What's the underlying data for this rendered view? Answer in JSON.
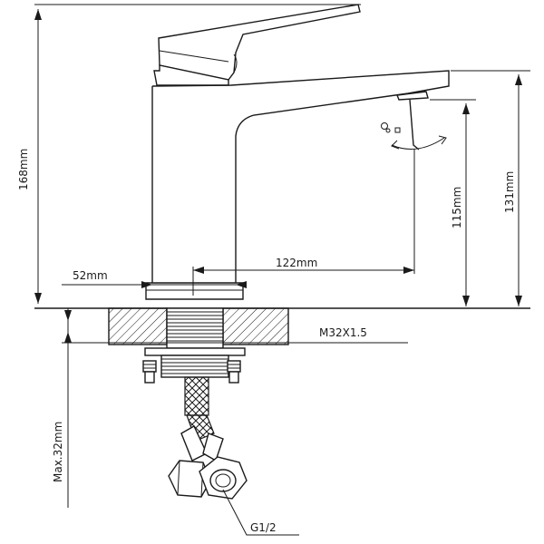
{
  "dimensions": {
    "total_height": "168mm",
    "spout_outlet_height": "131mm",
    "spout_clearance": "115mm",
    "spout_reach": "122mm",
    "body_width": "52mm",
    "max_counter_thickness": "Max.32mm"
  },
  "callouts": {
    "thread": "M32X1.5",
    "hose_thread": "G1/2"
  }
}
